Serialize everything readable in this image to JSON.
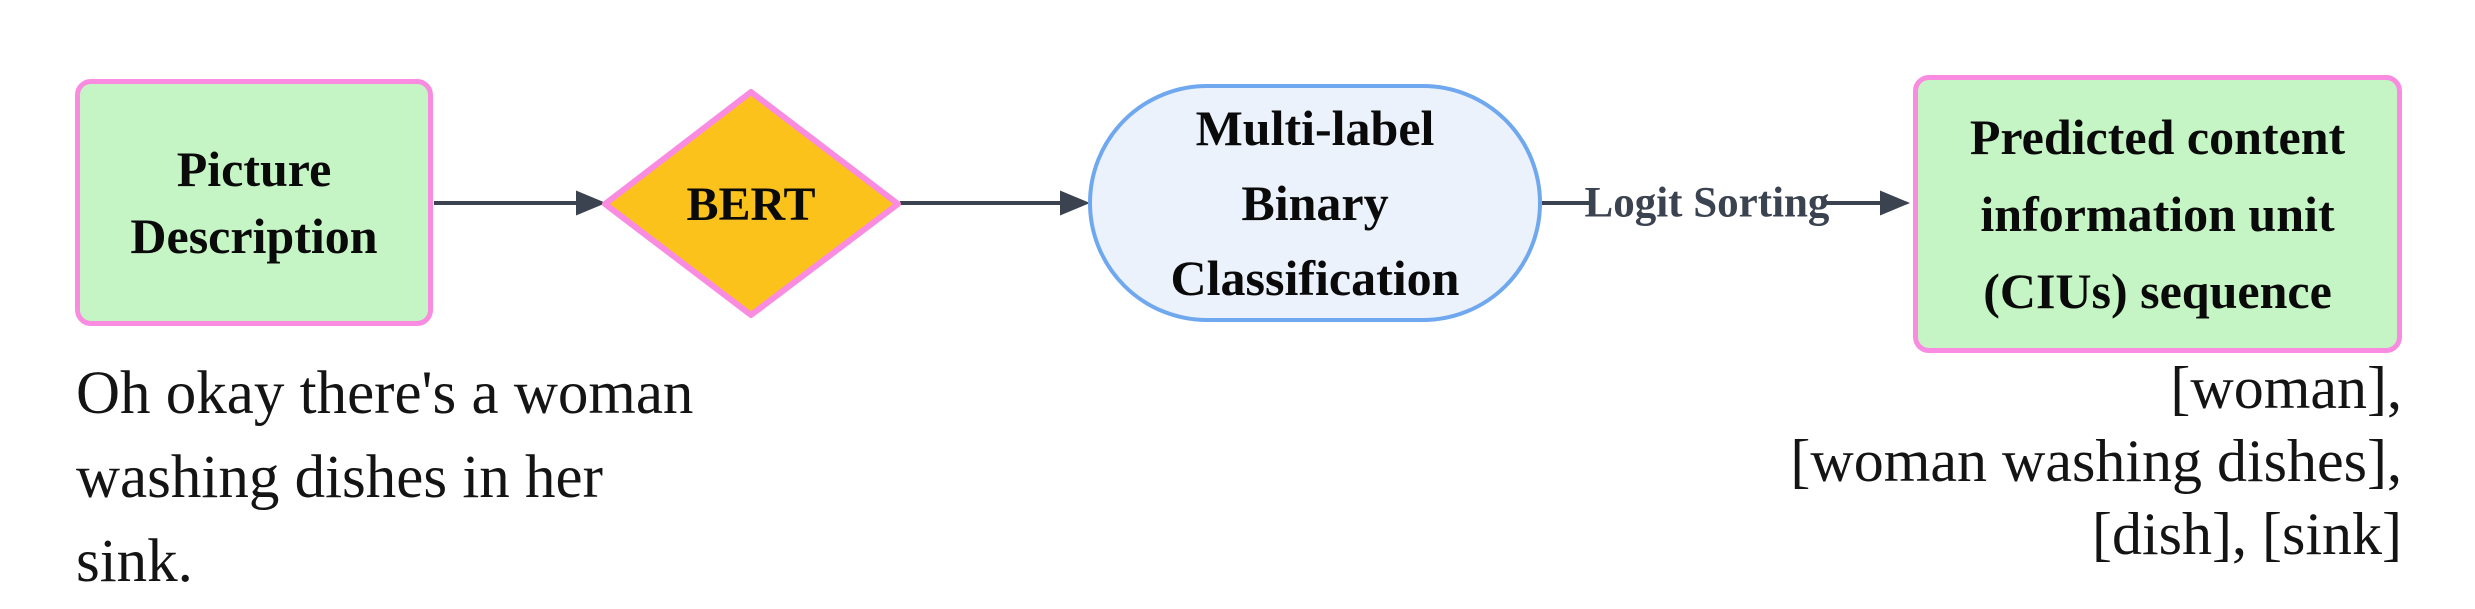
{
  "diagram": {
    "nodes": [
      {
        "id": "picture-description",
        "shape": "rounded-rect",
        "lines": [
          "Picture",
          "Description"
        ],
        "fill": "#c6f5c5",
        "stroke": "#f98ce0"
      },
      {
        "id": "bert",
        "shape": "diamond",
        "lines": [
          "BERT"
        ],
        "fill": "#fbc21c",
        "stroke": "#f98ce0"
      },
      {
        "id": "multilabel-classifier",
        "shape": "stadium",
        "lines": [
          "Multi-label",
          "Binary",
          "Classification"
        ],
        "fill": "#ebf2fc",
        "stroke": "#6fa8ef"
      },
      {
        "id": "cius-sequence",
        "shape": "rounded-rect",
        "lines": [
          "Predicted content",
          "information unit",
          "(CIUs) sequence"
        ],
        "fill": "#c6f5c5",
        "stroke": "#f98ce0"
      }
    ],
    "edges": [
      {
        "from": "picture-description",
        "to": "bert",
        "label": ""
      },
      {
        "from": "bert",
        "to": "multilabel-classifier",
        "label": ""
      },
      {
        "from": "multilabel-classifier",
        "to": "cius-sequence",
        "label": "Logit Sorting"
      }
    ],
    "captions": {
      "input": {
        "lines": [
          "Oh okay there's a woman",
          "washing dishes in her sink."
        ]
      },
      "output": {
        "lines": [
          "[woman],",
          "[woman washing dishes],",
          "[dish], [sink]"
        ]
      }
    },
    "colors": {
      "node_green_fill": "#c6f5c5",
      "node_pink_stroke": "#f98ce0",
      "diamond_yellow_fill": "#fbc21c",
      "stadium_blue_fill": "#ebf2fc",
      "stadium_blue_stroke": "#6fa8ef",
      "edge_dark": "#3b4350",
      "background": "#ffffff"
    }
  }
}
